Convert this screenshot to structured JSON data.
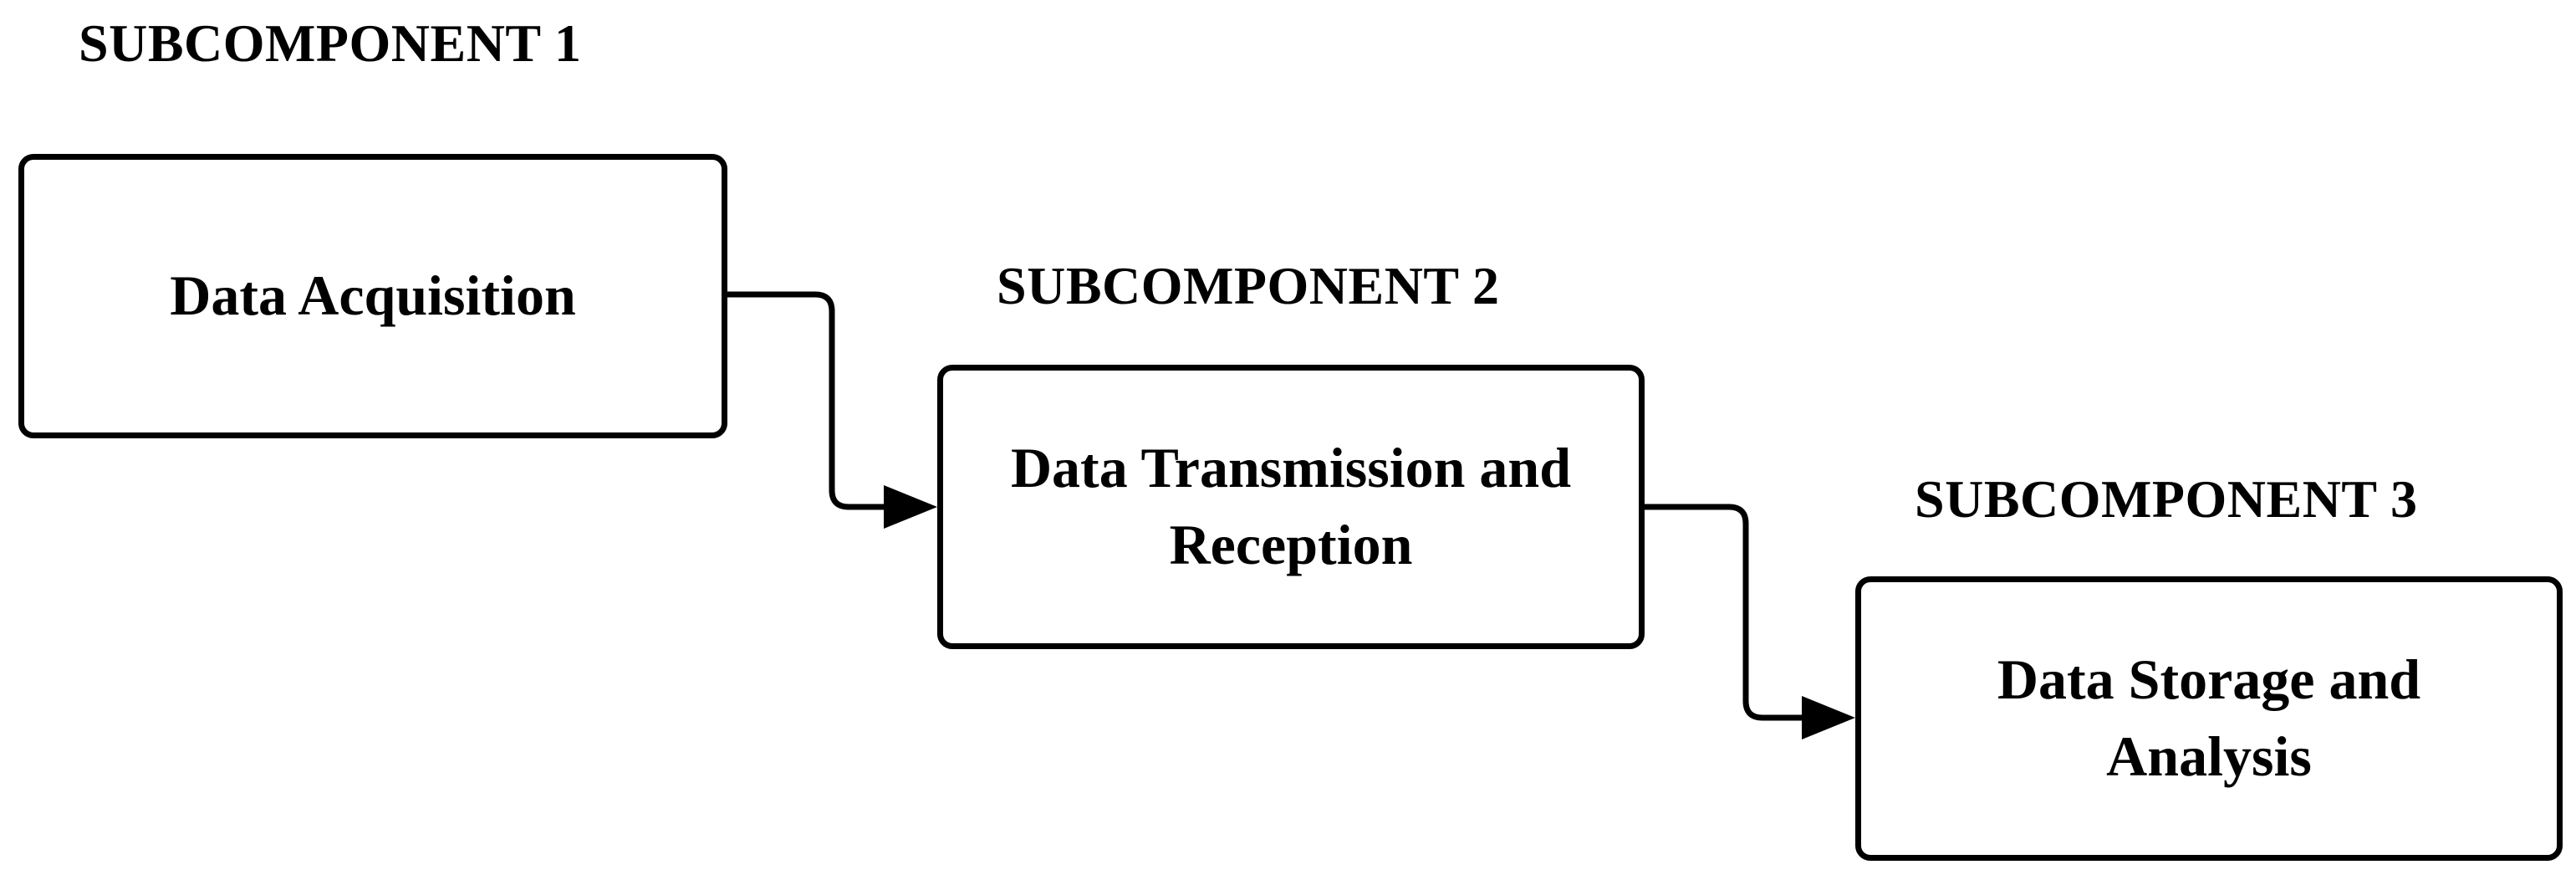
{
  "diagram": {
    "subcomponents": [
      {
        "heading": "SUBCOMPONENT 1",
        "label": "Data Acquisition"
      },
      {
        "heading": "SUBCOMPONENT 2",
        "label": "Data Transmission and Reception"
      },
      {
        "heading": "SUBCOMPONENT 3",
        "label": "Data Storage and Analysis"
      }
    ],
    "colors": {
      "stroke": "#000000",
      "box_fill": "#ffffff",
      "background": "#ffffff"
    }
  }
}
